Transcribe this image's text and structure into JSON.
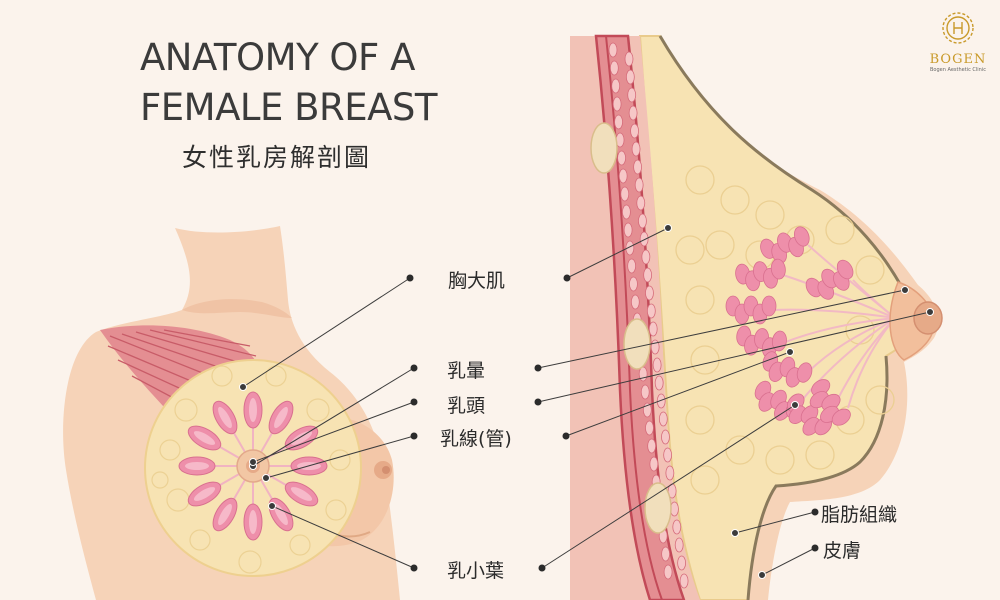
{
  "title": {
    "line1": "ANATOMY OF A",
    "line2": "FEMALE BREAST"
  },
  "subtitle": "女性乳房解剖圖",
  "labels": {
    "pectoralis": "胸大肌",
    "areola": "乳暈",
    "nipple": "乳頭",
    "duct": "乳線(管)",
    "lobule": "乳小葉",
    "fat": "脂肪組織",
    "skin": "皮膚"
  },
  "logo": {
    "name": "BOGEN",
    "tagline": "Bogen Aesthetic Clinic"
  },
  "colors": {
    "background": "#fbf3ec",
    "skin": "#f6d3b8",
    "skin_shade": "#eebc9d",
    "muscle": "#e48e92",
    "muscle_dark": "#c85c68",
    "fat": "#f7e3b3",
    "lobule": "#ee8faa",
    "nipple": "#e6aa88",
    "leader": "#3d3d3d",
    "logo_gold": "#c99a2a"
  }
}
